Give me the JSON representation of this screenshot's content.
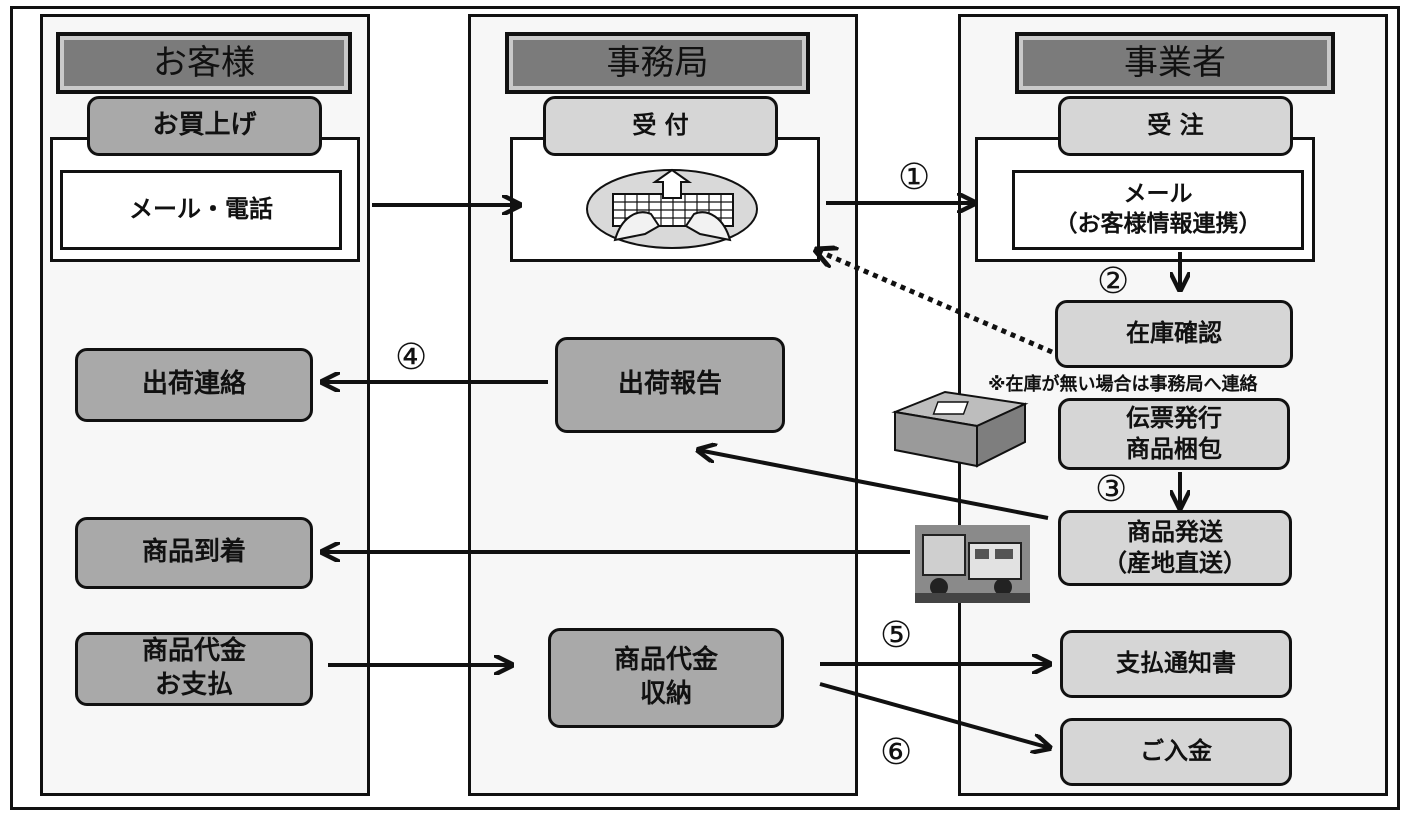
{
  "lanes": {
    "customer": "お客様",
    "office": "事務局",
    "business": "事業者"
  },
  "customer": {
    "purchase": "お買上げ",
    "mail_phone": "メール・電話",
    "shipping_contact": "出荷連絡",
    "arrival": "商品到着",
    "payment_line1": "商品代金",
    "payment_line2": "お支払"
  },
  "office": {
    "reception": "受 付",
    "shipping_report": "出荷報告",
    "collection_line1": "商品代金",
    "collection_line2": "収納"
  },
  "business": {
    "order": "受 注",
    "mail_line1": "メール",
    "mail_line2": "（お客様情報連携）",
    "stock_check": "在庫確認",
    "note": "※在庫が無い場合は事務局へ連絡",
    "slip_line1": "伝票発行",
    "slip_line2": "商品梱包",
    "ship_line1": "商品発送",
    "ship_line2": "（産地直送）",
    "payment_notice": "支払通知書",
    "deposit": "ご入金"
  },
  "steps": {
    "s1": "①",
    "s2": "②",
    "s3": "③",
    "s4": "④",
    "s5": "⑤",
    "s6": "⑥"
  },
  "colors": {
    "dark_fill": "#a9a9a9",
    "light_fill": "#d6d6d6",
    "header_fill": "#7b7b7b",
    "line": "#111111"
  }
}
